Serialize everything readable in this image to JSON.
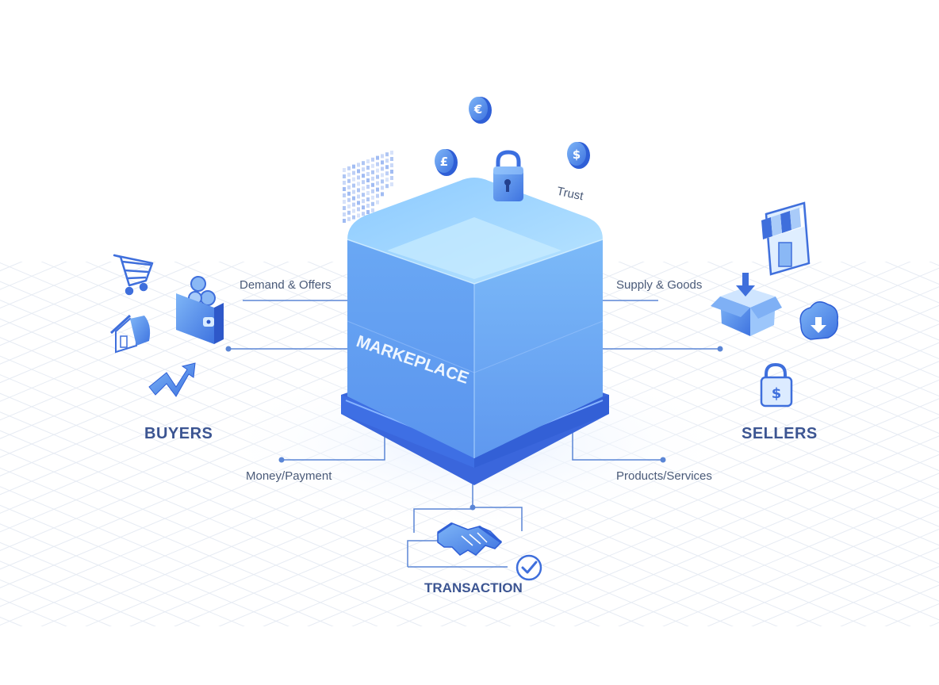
{
  "diagram": {
    "center_label": "MARKEPLACE",
    "trust_label": "Trust",
    "labels": {
      "demand_offers": "Demand & Offers",
      "supply_goods": "Supply & Goods",
      "money_payment": "Money/Payment",
      "products_services": "Products/Services",
      "buyers": "BUYERS",
      "sellers": "SELLERS",
      "transaction": "TRANSACTION"
    },
    "currency_glyphs": {
      "euro": "€",
      "pound": "£",
      "dollar": "$"
    },
    "colors": {
      "primary": "#4a86e8",
      "cube_top": "#9fd3ff",
      "cube_front": "#5f9cf0",
      "cube_base": "#3f6ee0",
      "text_dark": "#3c5592",
      "text_muted": "#4a5a78",
      "connector": "#5b86d6",
      "grid": "#e6ebf3"
    },
    "icons": {
      "buyers": [
        "shopping-cart-icon",
        "wallet-icon",
        "house-icon",
        "trend-arrow-icon"
      ],
      "sellers": [
        "storefront-icon",
        "open-box-icon",
        "cloud-download-icon",
        "padlock-dollar-icon"
      ],
      "top": [
        "euro-coin-icon",
        "pound-coin-icon",
        "dollar-coin-icon",
        "padlock-icon",
        "data-grid-icon"
      ],
      "bottom": [
        "handshake-icon",
        "check-circle-icon"
      ]
    }
  }
}
